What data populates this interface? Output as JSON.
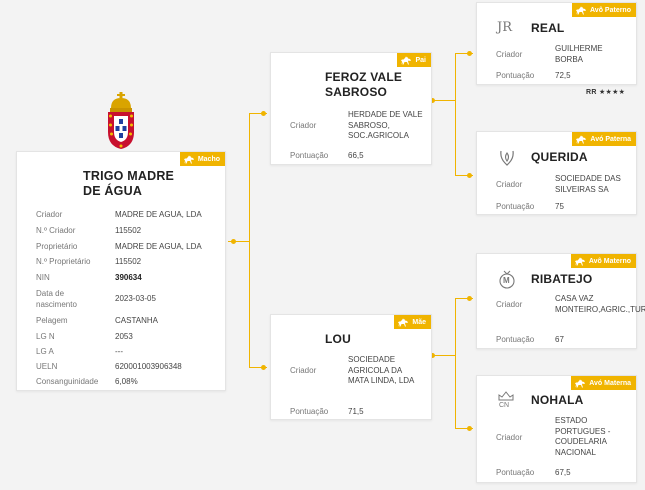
{
  "main": {
    "badge": "Macho",
    "name": "TRIGO MADRE DE ÁGUA",
    "fields": [
      {
        "label": "Criador",
        "value": "MADRE DE AGUA, LDA"
      },
      {
        "label": "N.º Criador",
        "value": "115502"
      },
      {
        "label": "Proprietário",
        "value": "MADRE DE AGUA, LDA"
      },
      {
        "label": "N.º Proprietário",
        "value": "115502"
      },
      {
        "label": "NIN",
        "value": "390634"
      },
      {
        "label": "Data de nascimento",
        "value": "2023-03-05"
      },
      {
        "label": "Pelagem",
        "value": "CASTANHA"
      },
      {
        "label": "LG N",
        "value": "2053"
      },
      {
        "label": "LG A",
        "value": "---"
      },
      {
        "label": "UELN",
        "value": "620001003906348"
      },
      {
        "label": "Consanguinidade",
        "value": "6,08%"
      }
    ]
  },
  "father": {
    "badge": "Pai",
    "name": "FEROZ VALE SABROSO",
    "criador_label": "Criador",
    "criador": "HERDADE DE VALE SABROSO, SOC.AGRICOLA",
    "pontuacao_label": "Pontuação",
    "pontuacao": "66,5"
  },
  "mother": {
    "badge": "Mãe",
    "name": "LOU",
    "criador_label": "Criador",
    "criador": "SOCIEDADE AGRICOLA DA MATA LINDA, LDA",
    "pontuacao_label": "Pontuação",
    "pontuacao": "71,5"
  },
  "pgf": {
    "badge": "Avô Paterno",
    "name": "REAL",
    "criador_label": "Criador",
    "criador": "GUILHERME BORBA",
    "pontuacao_label": "Pontuação",
    "pontuacao": "72,5",
    "rating": "RR ★★★★",
    "brand_mark": "JR"
  },
  "pgm": {
    "badge": "Avó Paterna",
    "name": "QUERIDA",
    "criador_label": "Criador",
    "criador": "SOCIEDADE DAS SILVEIRAS SA",
    "pontuacao_label": "Pontuação",
    "pontuacao": "75"
  },
  "mgf": {
    "badge": "Avô Materno",
    "name": "RIBATEJO",
    "criador_label": "Criador",
    "criador": "CASA VAZ MONTEIRO,AGRIC.,TURI.,LDA.",
    "pontuacao_label": "Pontuação",
    "pontuacao": "67",
    "brand_mark": "M"
  },
  "mgm": {
    "badge": "Avó Materna",
    "name": "NOHALA",
    "criador_label": "Criador",
    "criador": "ESTADO PORTUGUES - COUDELARIA NACIONAL",
    "pontuacao_label": "Pontuação",
    "pontuacao": "67,5",
    "brand_mark": "CN"
  },
  "colors": {
    "accent": "#f0b400",
    "coat_red": "#c8102e"
  },
  "icons": {
    "badge": "horse-icon",
    "crest": "portuguese-crest-icon"
  }
}
